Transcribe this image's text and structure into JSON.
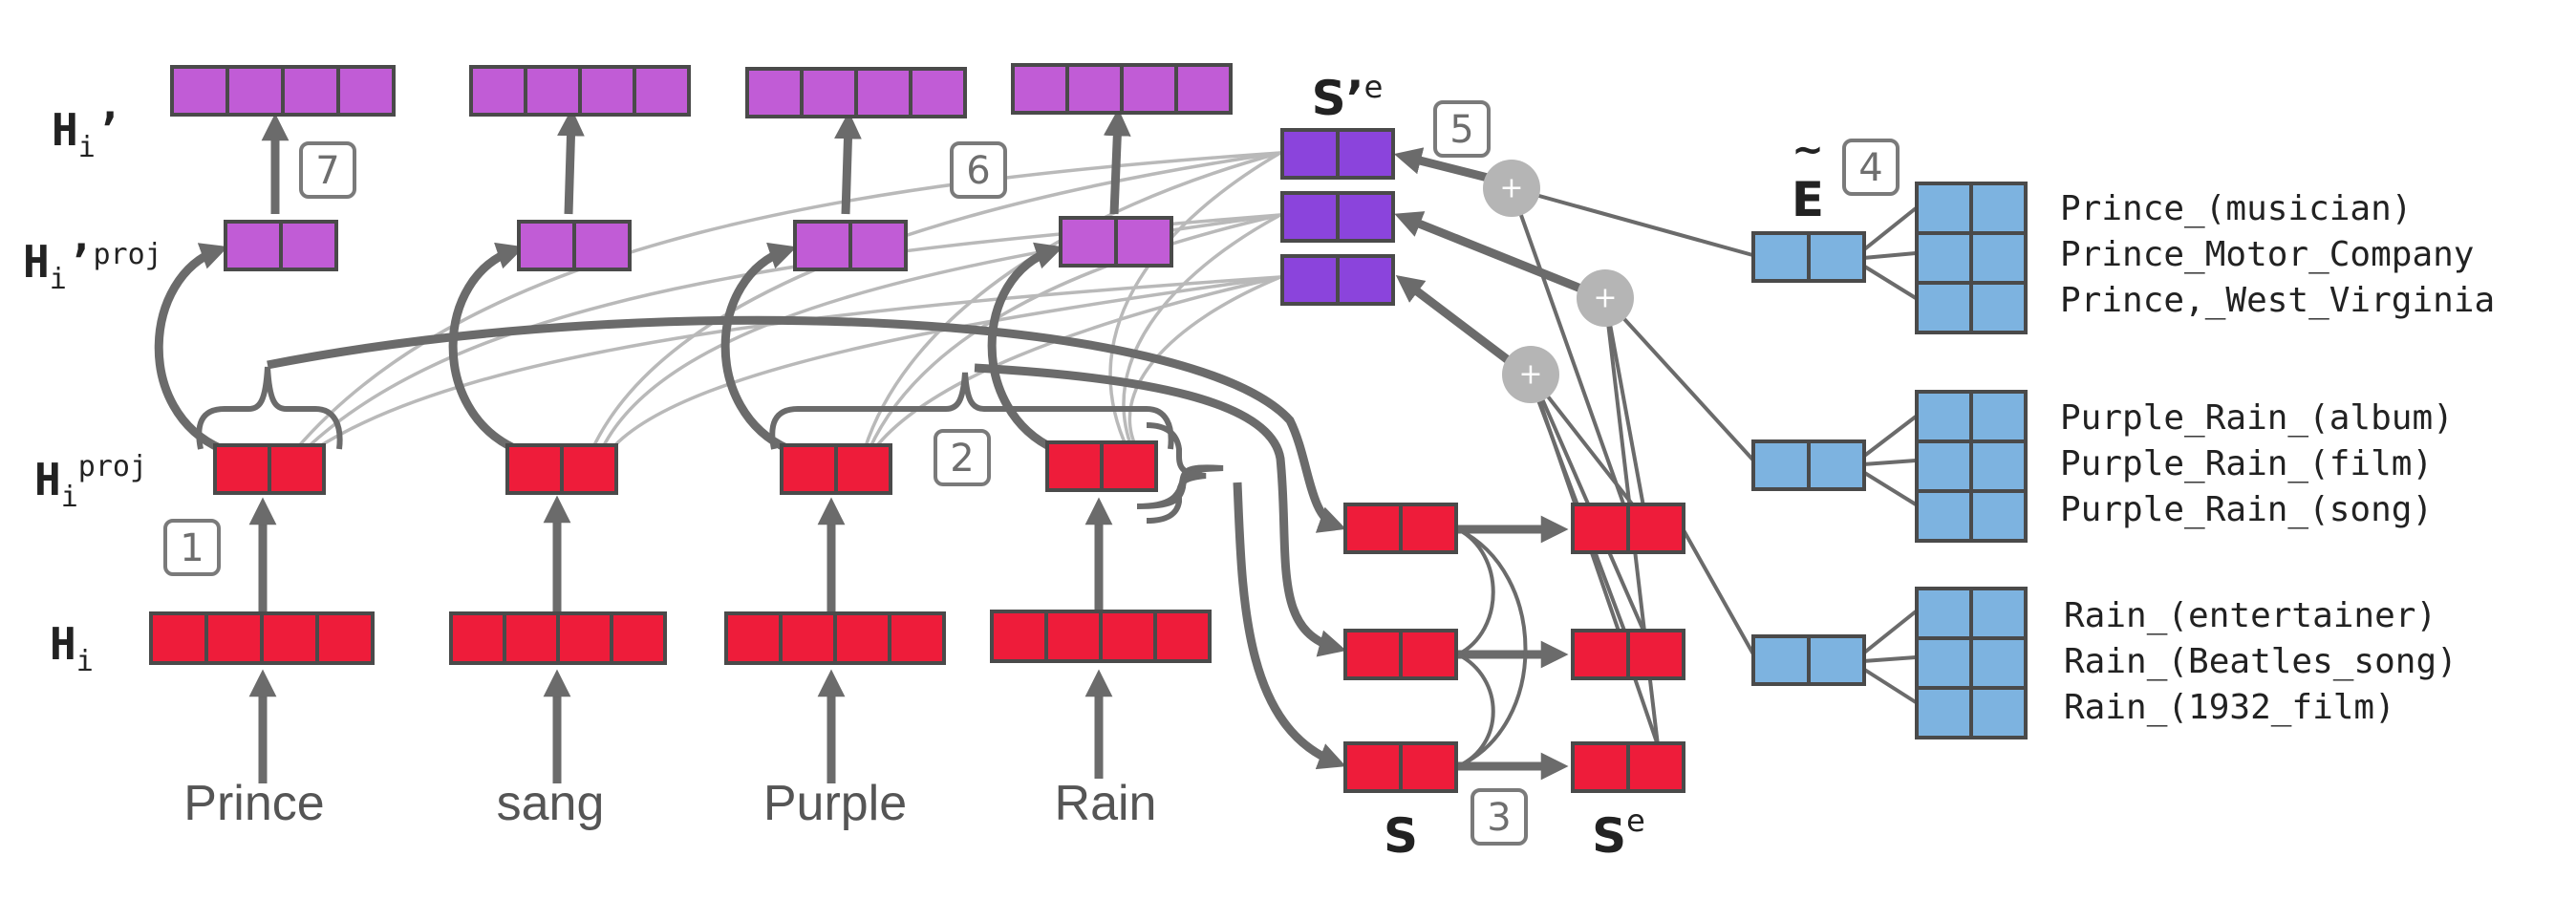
{
  "words": [
    "Prince",
    "sang",
    "Purple",
    "Rain"
  ],
  "labels": {
    "h_i": "H",
    "h_i_sub": "i",
    "h_proj": "H",
    "h_proj_sub": "i",
    "h_proj_sup": "proj",
    "h_prime_proj": "H",
    "h_prime_proj_sub": "i",
    "h_prime_proj_mark": "’",
    "h_prime_proj_sup": "proj",
    "h_prime": "H",
    "h_prime_sub": "i",
    "h_prime_mark": "’",
    "s": "S",
    "s_e": "S",
    "s_e_sup": "e",
    "s_prime_e": "S",
    "s_prime_e_mark": "’",
    "s_prime_e_sup": "e",
    "e_tilde": "E",
    "e_tilde_accent": "~"
  },
  "steps": [
    "1",
    "2",
    "3",
    "4",
    "5",
    "6",
    "7"
  ],
  "plus_symbol": "+",
  "entity_groups": [
    [
      "Prince_(musician)",
      "Prince_Motor_Company",
      "Prince,_West_Virginia"
    ],
    [
      "Purple_Rain_(album)",
      "Purple_Rain_(film)",
      "Purple_Rain_(song)"
    ],
    [
      "Rain_(entertainer)",
      "Rain_(Beatles_song)",
      "Rain_(1932_film)"
    ]
  ],
  "colors": {
    "token_red": "#ee1c3a",
    "output_purple": "#c15cd6",
    "span_violet": "#8b44dc",
    "entity_blue": "#7db3e0",
    "arrow_gray": "#6b6b6b",
    "attention_gray": "#b9b9b9"
  }
}
